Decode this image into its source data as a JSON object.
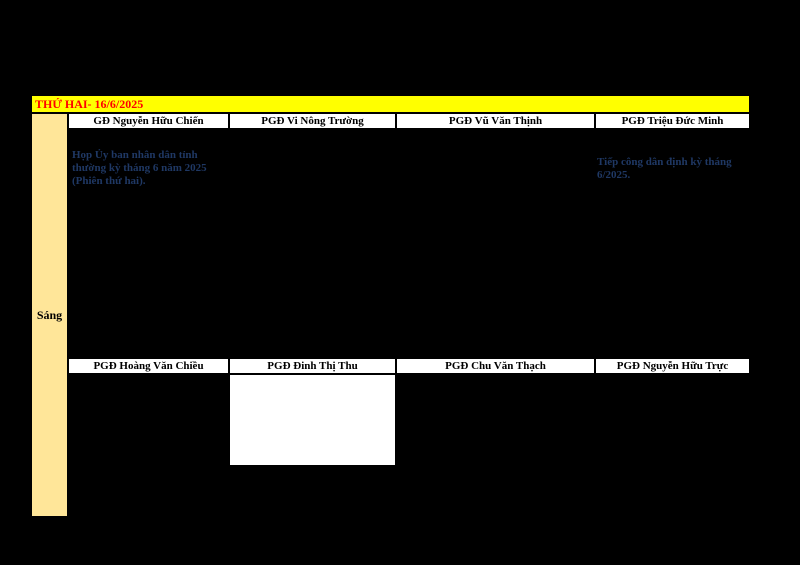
{
  "day": {
    "label": "THỨ HAI- 16/6/2025"
  },
  "session": {
    "label": "Sáng"
  },
  "upper_row": {
    "officials": [
      "GĐ Nguyễn Hữu Chiến",
      "PGĐ Vi Nông Trường",
      "PGĐ Vũ Văn Thịnh",
      "PGĐ Triệu Đức Minh"
    ],
    "tasks": [
      "Họp Ủy ban nhân dân tỉnh thường kỳ tháng 6 năm 2025 (Phiên thứ hai).",
      "",
      "",
      "Tiếp công dân định kỳ tháng 6/2025."
    ]
  },
  "lower_row": {
    "officials": [
      "PGĐ Hoàng Văn Chiều",
      "PGĐ Đinh Thị Thu",
      "PGĐ Chu Văn Thạch",
      "PGĐ Nguyễn Hữu Trực"
    ],
    "tasks": [
      "",
      "",
      "",
      ""
    ]
  }
}
